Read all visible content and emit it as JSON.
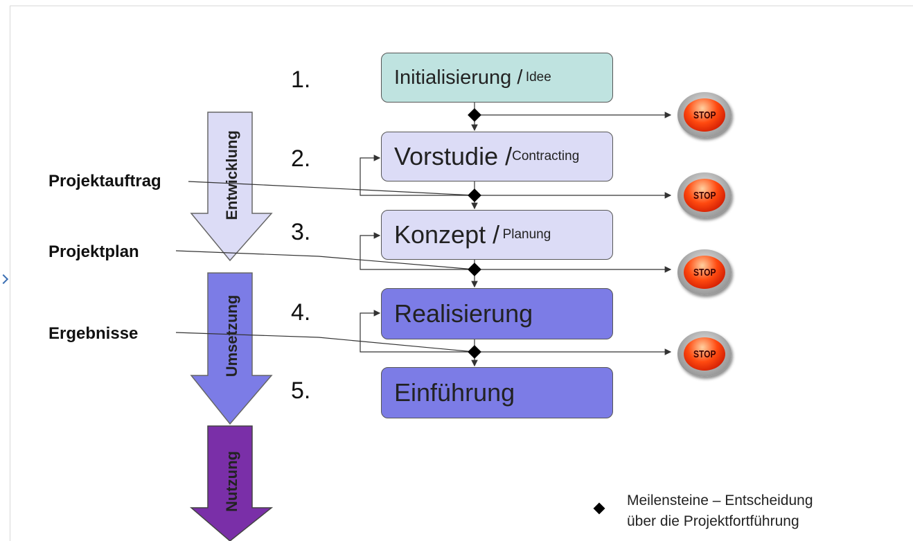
{
  "steps": [
    {
      "number": "1.",
      "title": "Initialisierung /",
      "subtitle": "Idee"
    },
    {
      "number": "2.",
      "title": "Vorstudie /",
      "subtitle": "Contracting"
    },
    {
      "number": "3.",
      "title": "Konzept /",
      "subtitle": "Planung"
    },
    {
      "number": "4.",
      "title": "Realisierung",
      "subtitle": ""
    },
    {
      "number": "5.",
      "title": "Einführung",
      "subtitle": ""
    }
  ],
  "side_labels": [
    "Projektauftrag",
    "Projektplan",
    "Ergebnisse"
  ],
  "phases": [
    "Entwicklung",
    "Umsetzung",
    "Nutzung"
  ],
  "stop_label": "STOP",
  "legend": {
    "line1": "Meilensteine – Entscheidung",
    "line2": "über die Projektfortführung"
  },
  "colors": {
    "step1": "#bfe3e0",
    "step2_3": "#dcdcf6",
    "step4_5": "#7c7ce6",
    "phase1": "#dcdcf6",
    "phase2": "#7c7ce6",
    "phase3": "#7a2fa8"
  }
}
